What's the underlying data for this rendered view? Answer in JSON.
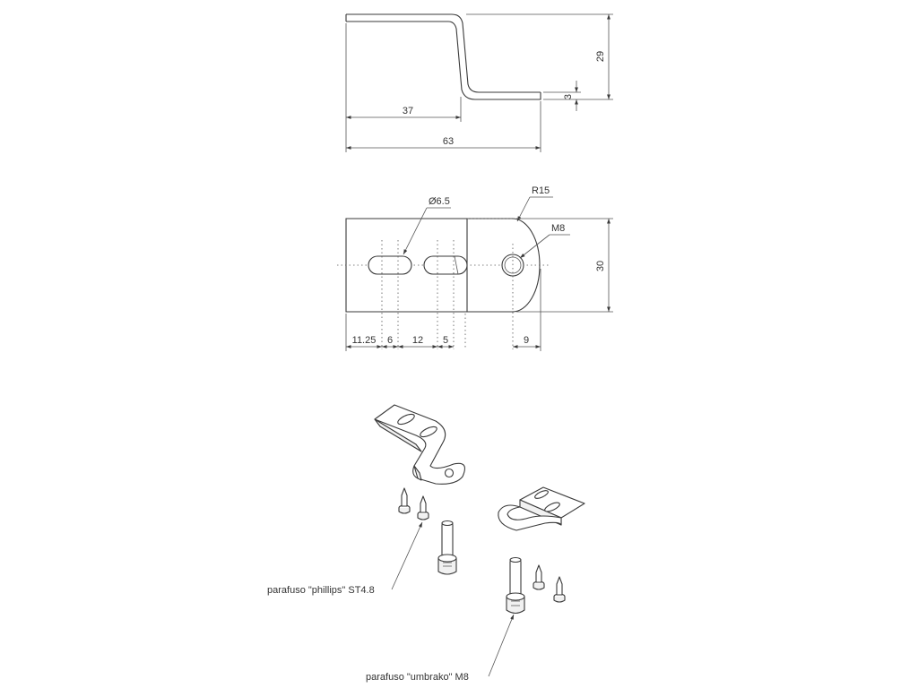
{
  "side_view": {
    "dims": {
      "total_length": "63",
      "bend_offset": "37",
      "height": "29",
      "thickness": "3"
    }
  },
  "top_view": {
    "dims": {
      "slot_diameter": "Ø6.5",
      "radius": "R15",
      "thread": "M8",
      "width": "30",
      "edge": "11.25",
      "slot_width": "6",
      "slot_spacing": "12",
      "slot_len": "5",
      "hole_offset": "9"
    }
  },
  "callouts": {
    "phillips_screw": "parafuso \"phillips\" ST4.8",
    "umbrako_screw": "parafuso \"umbrako\" M8"
  }
}
